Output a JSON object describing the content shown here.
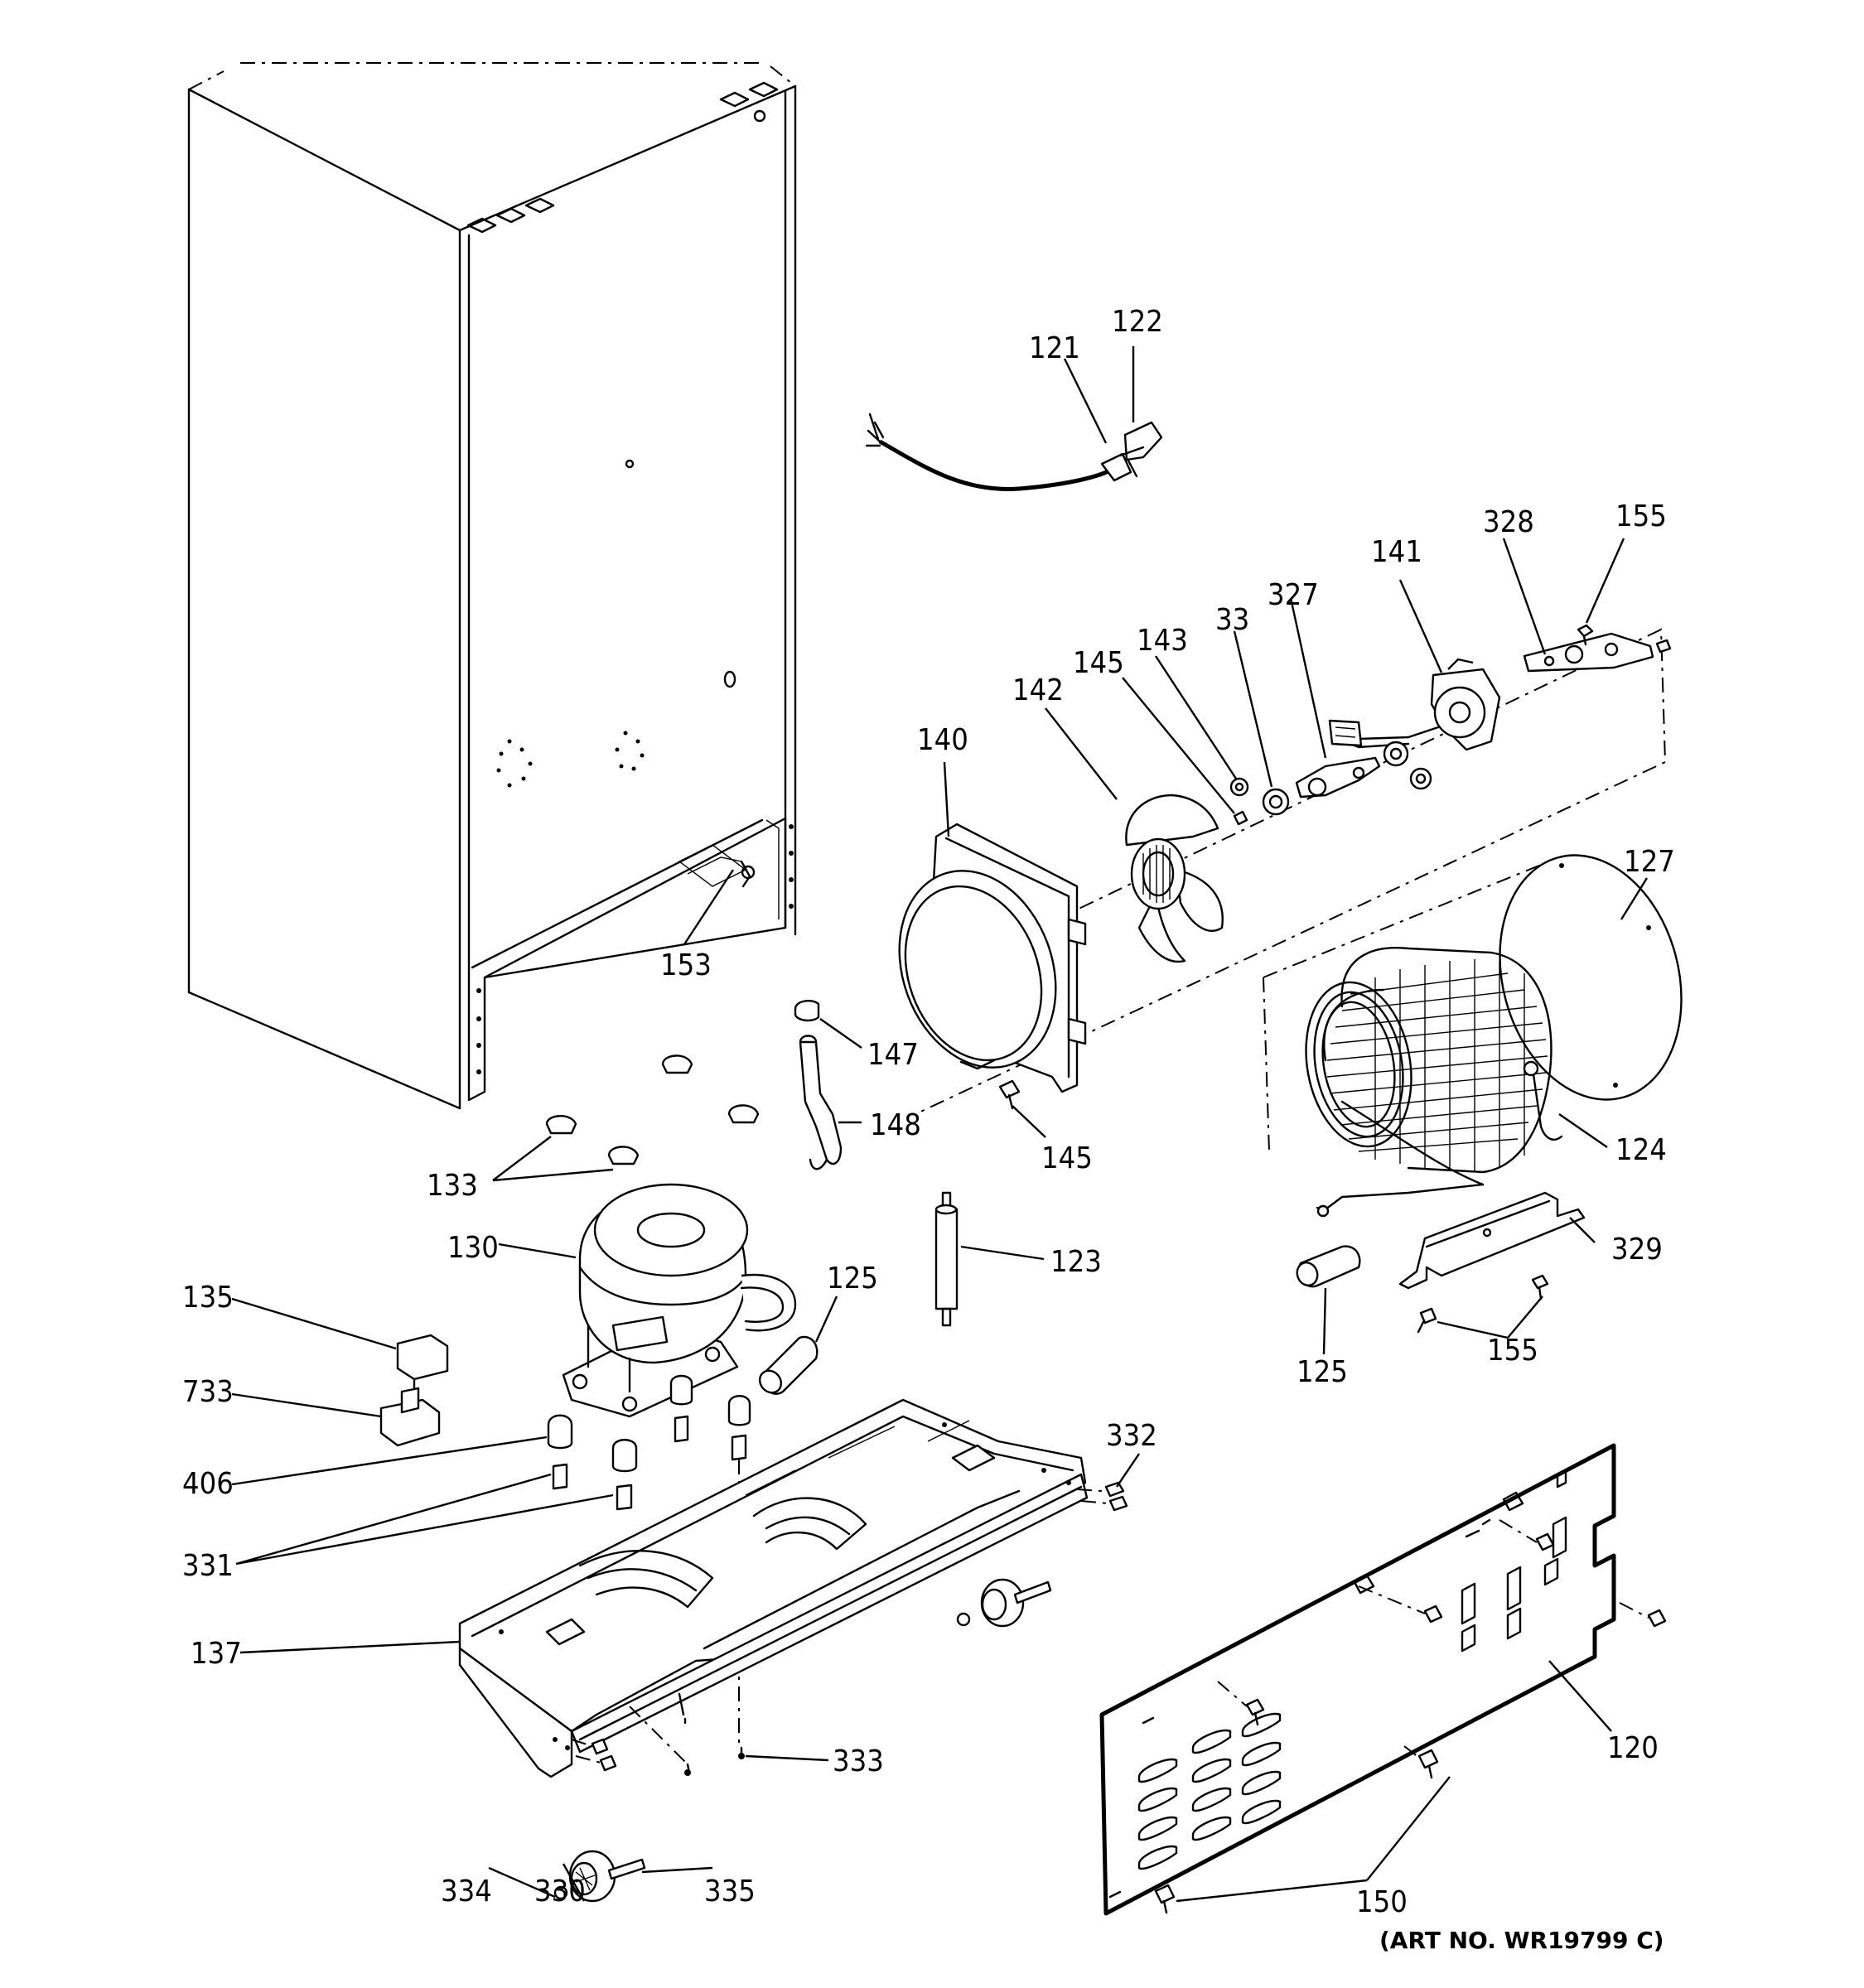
{
  "diagram": {
    "art_number": "(ART NO. WR19799 C)",
    "callouts": [
      {
        "id": "c121",
        "text": "121"
      },
      {
        "id": "c122",
        "text": "122"
      },
      {
        "id": "c328",
        "text": "328"
      },
      {
        "id": "c155a",
        "text": "155"
      },
      {
        "id": "c141",
        "text": "141"
      },
      {
        "id": "c327",
        "text": "327"
      },
      {
        "id": "c33",
        "text": "33"
      },
      {
        "id": "c143",
        "text": "143"
      },
      {
        "id": "c145a",
        "text": "145"
      },
      {
        "id": "c142",
        "text": "142"
      },
      {
        "id": "c140",
        "text": "140"
      },
      {
        "id": "c127",
        "text": "127"
      },
      {
        "id": "c153",
        "text": "153"
      },
      {
        "id": "c147",
        "text": "147"
      },
      {
        "id": "c148",
        "text": "148"
      },
      {
        "id": "c145b",
        "text": "145"
      },
      {
        "id": "c124",
        "text": "124"
      },
      {
        "id": "c133",
        "text": "133"
      },
      {
        "id": "c130",
        "text": "130"
      },
      {
        "id": "c123",
        "text": "123"
      },
      {
        "id": "c329",
        "text": "329"
      },
      {
        "id": "c135",
        "text": "135"
      },
      {
        "id": "c125a",
        "text": "125"
      },
      {
        "id": "c125b",
        "text": "125"
      },
      {
        "id": "c155b",
        "text": "155"
      },
      {
        "id": "c733",
        "text": "733"
      },
      {
        "id": "c332",
        "text": "332"
      },
      {
        "id": "c406",
        "text": "406"
      },
      {
        "id": "c331",
        "text": "331"
      },
      {
        "id": "c137",
        "text": "137"
      },
      {
        "id": "c120",
        "text": "120"
      },
      {
        "id": "c333",
        "text": "333"
      },
      {
        "id": "c150",
        "text": "150"
      },
      {
        "id": "c334",
        "text": "334"
      },
      {
        "id": "c330",
        "text": "330"
      },
      {
        "id": "c335",
        "text": "335"
      }
    ]
  }
}
